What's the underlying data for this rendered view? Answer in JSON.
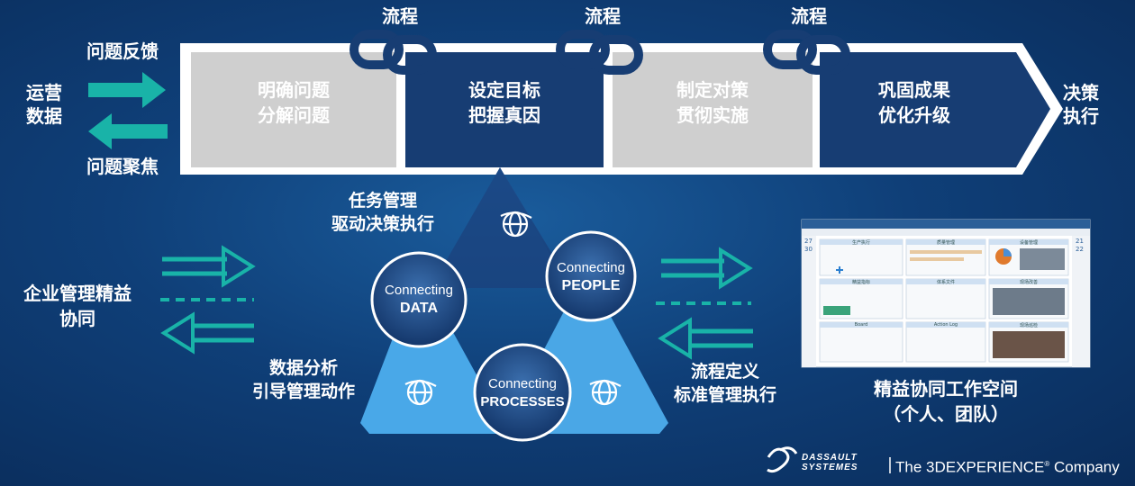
{
  "left": {
    "ops_data": "运营\n数据",
    "feedback": "问题反馈",
    "focus": "问题聚焦"
  },
  "right": {
    "decision": "决策\n执行"
  },
  "process": {
    "flow_label": "流程",
    "steps": [
      {
        "text": "明确问题\n分解问题"
      },
      {
        "text": "设定目标\n把握真因"
      },
      {
        "text": "制定对策\n贯彻实施"
      },
      {
        "text": "巩固成果\n优化升级"
      }
    ]
  },
  "triangle": {
    "top_caption": "任务管理\n驱动决策执行",
    "left_caption": "数据分析\n引导管理动作",
    "right_caption": "流程定义\n标准管理执行",
    "circles": {
      "data": {
        "line1": "Connecting",
        "line2": "DATA"
      },
      "people": {
        "line1": "Connecting",
        "line2": "PEOPLE"
      },
      "processes": {
        "line1": "Connecting",
        "line2": "PROCESSES"
      }
    }
  },
  "side": {
    "enterprise": "企业管理精益\n协同",
    "workspace": "精益协同工作空间\n（个人、团队）"
  },
  "screenshot": {
    "header_left": "27",
    "header_left2": "30",
    "header_right": "21",
    "header_right2": "22",
    "panels": [
      "生产执行",
      "质量管理",
      "设备管理",
      "精益指标",
      "体系文件",
      "现场改善",
      "",
      "Board",
      "Action Log",
      "现场巡检"
    ]
  },
  "footer": {
    "brand_line1": "DASSAULT",
    "brand_line2": "SYSTEMES",
    "company": "The 3DEXPERIENCE",
    "company_suffix": "Company"
  },
  "colors": {
    "bg_dark": "#0a2c5a",
    "bg_mid": "#1a5c9c",
    "navy": "#173d73",
    "gray": "#cfcfcf",
    "teal": "#19b3a8",
    "light_blue": "#49a8e8"
  }
}
